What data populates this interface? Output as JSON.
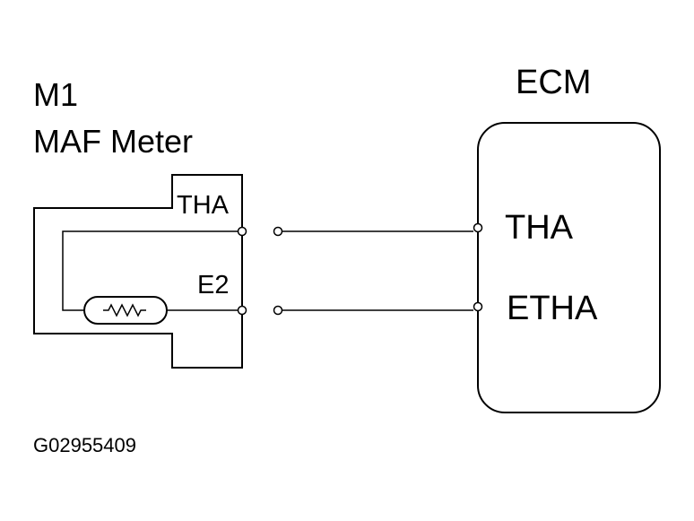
{
  "component": {
    "id": "M1",
    "name": "MAF Meter",
    "terminals": [
      "THA",
      "E2"
    ]
  },
  "ecm": {
    "name": "ECM",
    "terminals": [
      "THA",
      "ETHA"
    ]
  },
  "figure_code": "G02955409",
  "colors": {
    "line": "#000000",
    "background": "#ffffff"
  }
}
